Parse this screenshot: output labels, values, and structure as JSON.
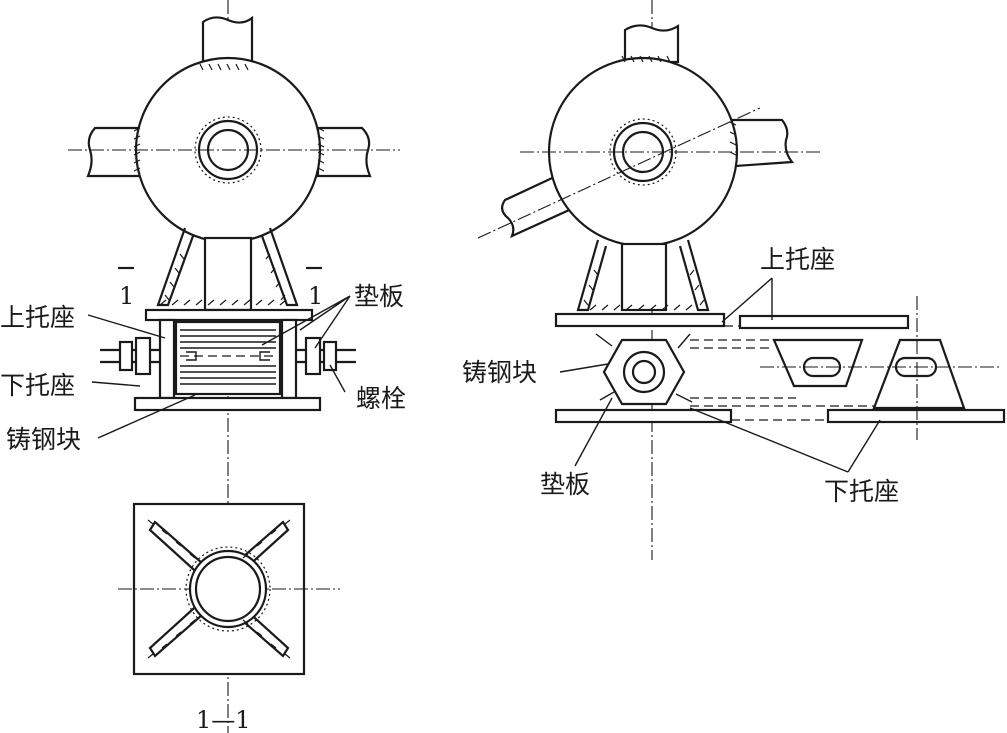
{
  "left_view": {
    "labels": {
      "upper_bracket": "上托座",
      "lower_bracket": "下托座",
      "cast_steel_block": "铸钢块",
      "shim_plate": "垫板",
      "bolt": "螺栓",
      "section_mark_left": "1",
      "section_mark_right": "1"
    }
  },
  "section_view": {
    "caption": "1—1"
  },
  "right_view": {
    "labels": {
      "upper_bracket": "上托座",
      "cast_steel_block": "铸钢块",
      "shim_plate": "垫板",
      "lower_bracket": "下托座"
    }
  }
}
